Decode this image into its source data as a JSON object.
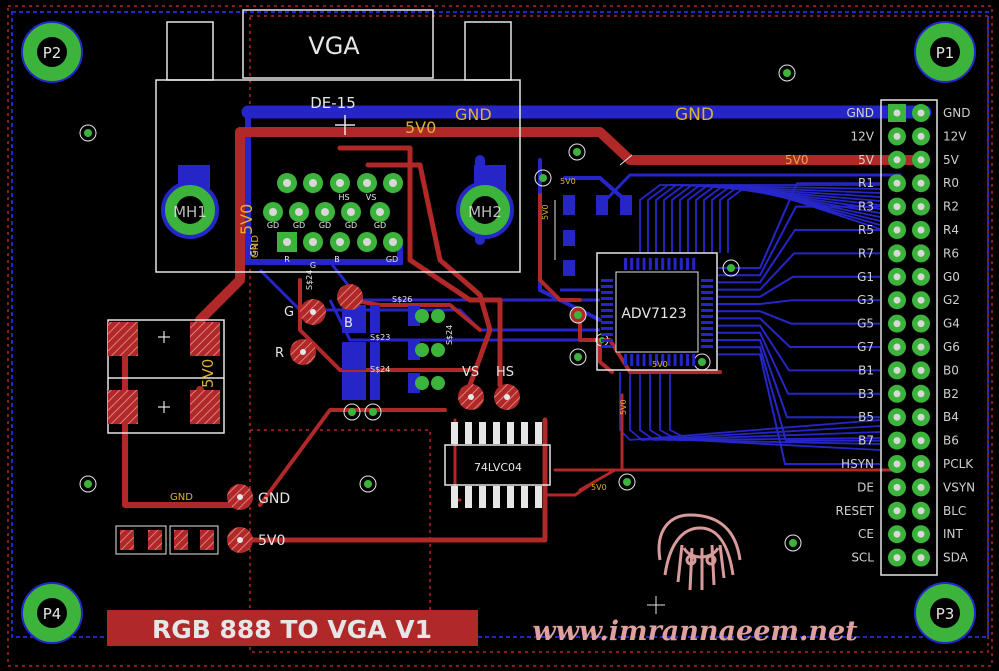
{
  "board": {
    "title": "RGB 888 TO VGA V1",
    "website": "www.imrannaeem.net",
    "colors": {
      "background": "#000000",
      "bottom_copper": "#2626c8",
      "top_copper": "#b02828",
      "pad": "#3cb43c",
      "silkscreen": "#e6e6e6",
      "net_label": "#e0b030"
    }
  },
  "connector": {
    "name": "VGA",
    "type": "DE-15",
    "mount_left": "MH1",
    "mount_right": "MH2",
    "signal_labels": [
      "HS",
      "VS",
      "GD",
      "GD",
      "GD",
      "GD",
      "GD",
      "R",
      "G",
      "B",
      "GD",
      "GD"
    ]
  },
  "mounting_holes": [
    "P2",
    "P1",
    "P4",
    "P3"
  ],
  "chips": {
    "dac": "ADV7123",
    "buffer": "74LVC04"
  },
  "header": {
    "left_labels": [
      "GND",
      "12V",
      "5V",
      "R1",
      "R3",
      "R5",
      "R7",
      "G1",
      "G3",
      "G5",
      "G7",
      "B1",
      "B3",
      "B5",
      "B7",
      "HSYN",
      "DE",
      "RESET",
      "CE",
      "SCL"
    ],
    "right_labels": [
      "GND",
      "12V",
      "5V",
      "R0",
      "R2",
      "R4",
      "R6",
      "G0",
      "G2",
      "G4",
      "G6",
      "B0",
      "B2",
      "B4",
      "B6",
      "PCLK",
      "VSYN",
      "BLC",
      "INT",
      "SDA"
    ]
  },
  "nets": {
    "gnd_top_left": "GND",
    "gnd_top_right": "GND",
    "v5_top": "5V0",
    "v5_right": "5V0",
    "v5_vertical": "5V0",
    "gnd_small": "GND",
    "v5_supply": "5V0",
    "v5_small_left": "5V0",
    "v5_regulator": "5V0",
    "v5_chip": "5V0",
    "v5_lower": "5V0",
    "v5_buffer": "5V0",
    "gnd_bottom": "GND"
  },
  "pads": {
    "gnd_supply": "GND",
    "v5_supply": "5V0",
    "vs": "VS",
    "hs": "HS",
    "r": "R",
    "g": "G",
    "b": "B"
  },
  "resistor_values": [
    "S$24",
    "S$26",
    "S$24",
    "S$23",
    "S$24"
  ]
}
